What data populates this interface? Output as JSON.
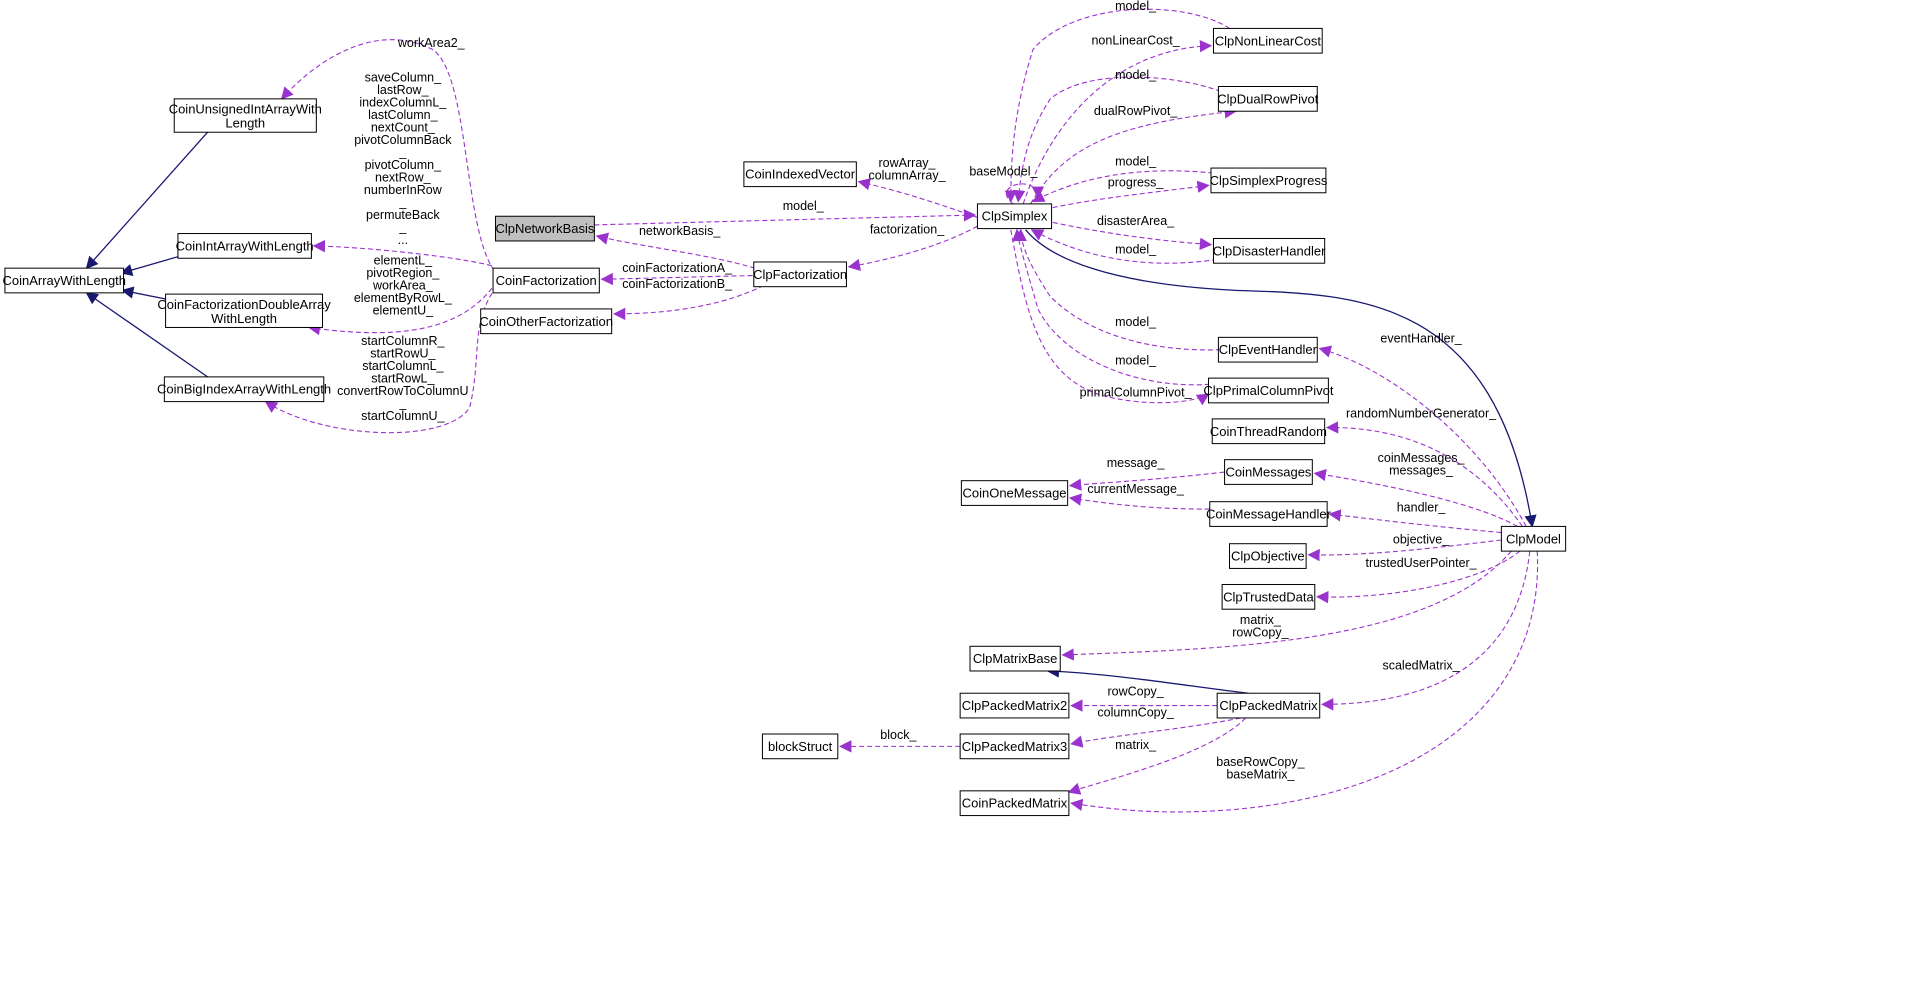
{
  "colors": {
    "inheritance": "#191970",
    "usage": "#9a32cd",
    "highlight_fill": "#bfbfbf",
    "node_border": "#000000"
  },
  "nodes": {
    "ClpNetworkBasis": "ClpNetworkBasis",
    "CoinArrayWithLength": "CoinArrayWithLength",
    "CoinUnsignedIntArrayWithLength": [
      "CoinUnsignedIntArrayWith",
      "Length"
    ],
    "CoinIntArrayWithLength": "CoinIntArrayWithLength",
    "CoinFactorizationDoubleArrayWithLength": [
      "CoinFactorizationDoubleArray",
      "WithLength"
    ],
    "CoinBigIndexArrayWithLength": "CoinBigIndexArrayWithLength",
    "CoinFactorization": "CoinFactorization",
    "CoinOtherFactorization": "CoinOtherFactorization",
    "ClpFactorization": "ClpFactorization",
    "CoinIndexedVector": "CoinIndexedVector",
    "ClpSimplex": "ClpSimplex",
    "ClpNonLinearCost": "ClpNonLinearCost",
    "ClpDualRowPivot": "ClpDualRowPivot",
    "ClpSimplexProgress": "ClpSimplexProgress",
    "ClpDisasterHandler": "ClpDisasterHandler",
    "ClpEventHandler": "ClpEventHandler",
    "ClpPrimalColumnPivot": "ClpPrimalColumnPivot",
    "CoinThreadRandom": "CoinThreadRandom",
    "CoinMessages": "CoinMessages",
    "CoinOneMessage": "CoinOneMessage",
    "CoinMessageHandler": "CoinMessageHandler",
    "ClpObjective": "ClpObjective",
    "ClpModel": "ClpModel",
    "ClpTrustedData": "ClpTrustedData",
    "ClpMatrixBase": "ClpMatrixBase",
    "ClpPackedMatrix": "ClpPackedMatrix",
    "ClpPackedMatrix2": "ClpPackedMatrix2",
    "ClpPackedMatrix3": "ClpPackedMatrix3",
    "blockStruct": "blockStruct",
    "CoinPackedMatrix": "CoinPackedMatrix"
  },
  "edge_labels": {
    "workArea2": "workArea2_",
    "cf_int_members": [
      "saveColumn_",
      "lastRow_",
      "indexColumnL_",
      "lastColumn_",
      "nextCount_",
      "pivotColumnBack",
      "_",
      "pivotColumn_",
      "nextRow_",
      "numberInRow",
      "_",
      "permuteBack",
      "_",
      "..."
    ],
    "cf_double_members": [
      "elementL_",
      "pivotRegion_",
      "workArea_",
      "elementByRowL_",
      "elementU_"
    ],
    "cf_bigindex_members": [
      "startColumnR_",
      "startRowU_",
      "startColumnL_",
      "startRowL_",
      "convertRowToColumnU",
      "_",
      "startColumnU_"
    ],
    "model_network": "model_",
    "networkBasis": "networkBasis_",
    "coinFactorizationA": "coinFactorizationA_",
    "coinFactorizationB": "coinFactorizationB_",
    "factorization": "factorization_",
    "rowArray": [
      "rowArray_",
      "columnArray_"
    ],
    "baseModel": "baseModel_",
    "model_nonlinear": "model_",
    "nonLinearCost": "nonLinearCost_",
    "model_dual": "model_",
    "dualRowPivot": "dualRowPivot_",
    "model_progress": "model_",
    "progress": "progress_",
    "disasterArea": "disasterArea_",
    "model_disaster": "model_",
    "model_event": "model_",
    "model_primal": "model_",
    "primalColumnPivot": "primalColumnPivot_",
    "eventHandler": "eventHandler_",
    "randomNumberGenerator": "randomNumberGenerator_",
    "coinMessages": [
      "coinMessages_",
      "messages_"
    ],
    "message": "message_",
    "currentMessage": "currentMessage_",
    "handler": "handler_",
    "objective": "objective_",
    "trustedUserPointer": "trustedUserPointer_",
    "matrix_rowCopy": [
      "matrix_",
      "rowCopy_"
    ],
    "scaledMatrix": "scaledMatrix_",
    "rowCopy": "rowCopy_",
    "columnCopy": "columnCopy_",
    "block": "block_",
    "matrix_packed": "matrix_",
    "baseRowCopy": [
      "baseRowCopy_",
      "baseMatrix_"
    ]
  }
}
